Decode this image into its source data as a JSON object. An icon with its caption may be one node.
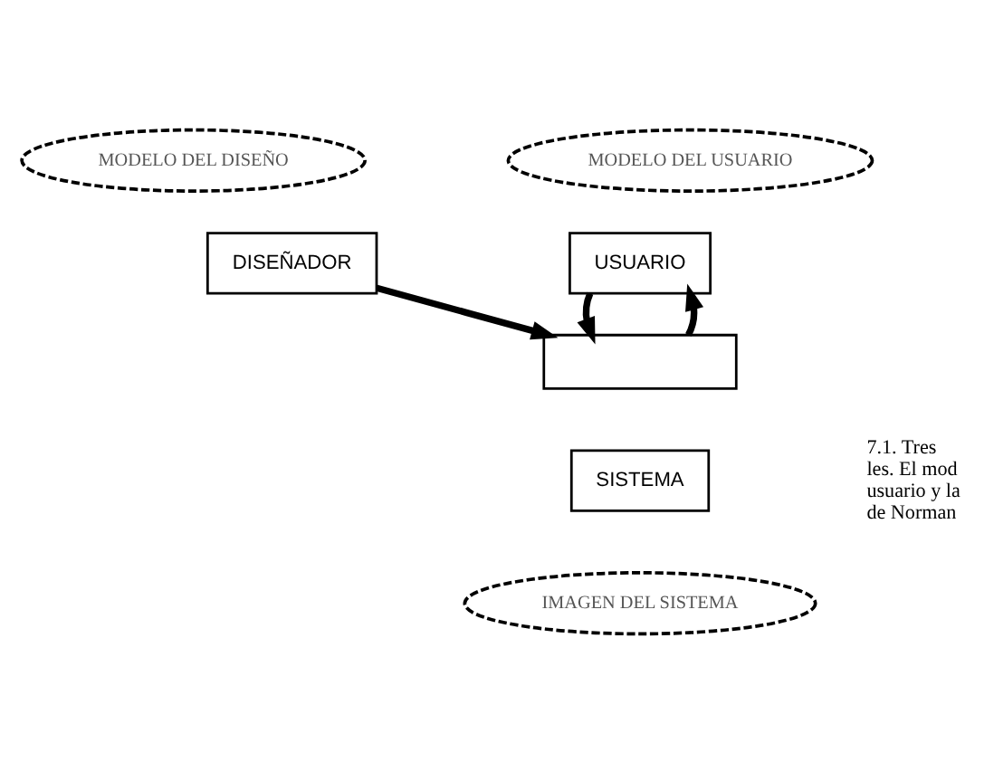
{
  "diagram": {
    "nodes": [
      {
        "text": [
          "MODELO DEL DISEÑO"
        ]
      },
      {
        "text": [
          "DISEÑADOR"
        ]
      },
      {
        "text": [
          "MODELO DEL USUARIO"
        ]
      },
      {
        "text": [
          "USUARIO"
        ]
      },
      {
        "text": [],
        "shape": "box"
      },
      {
        "text": [
          "SISTEMA"
        ]
      },
      {
        "text": [
          "IMAGEN DEL SISTEMA"
        ]
      }
    ],
    "edges": [
      {
        "from": 1,
        "to": 4,
        "arrow": "to"
      },
      {
        "from": 3,
        "to": 4,
        "arrow": "to"
      },
      {
        "from": 4,
        "to": 3,
        "arrow": "to"
      }
    ],
    "labels": [
      "7.1. Tres",
      "les. El mod",
      "usuario y la",
      "de Norman"
    ]
  }
}
